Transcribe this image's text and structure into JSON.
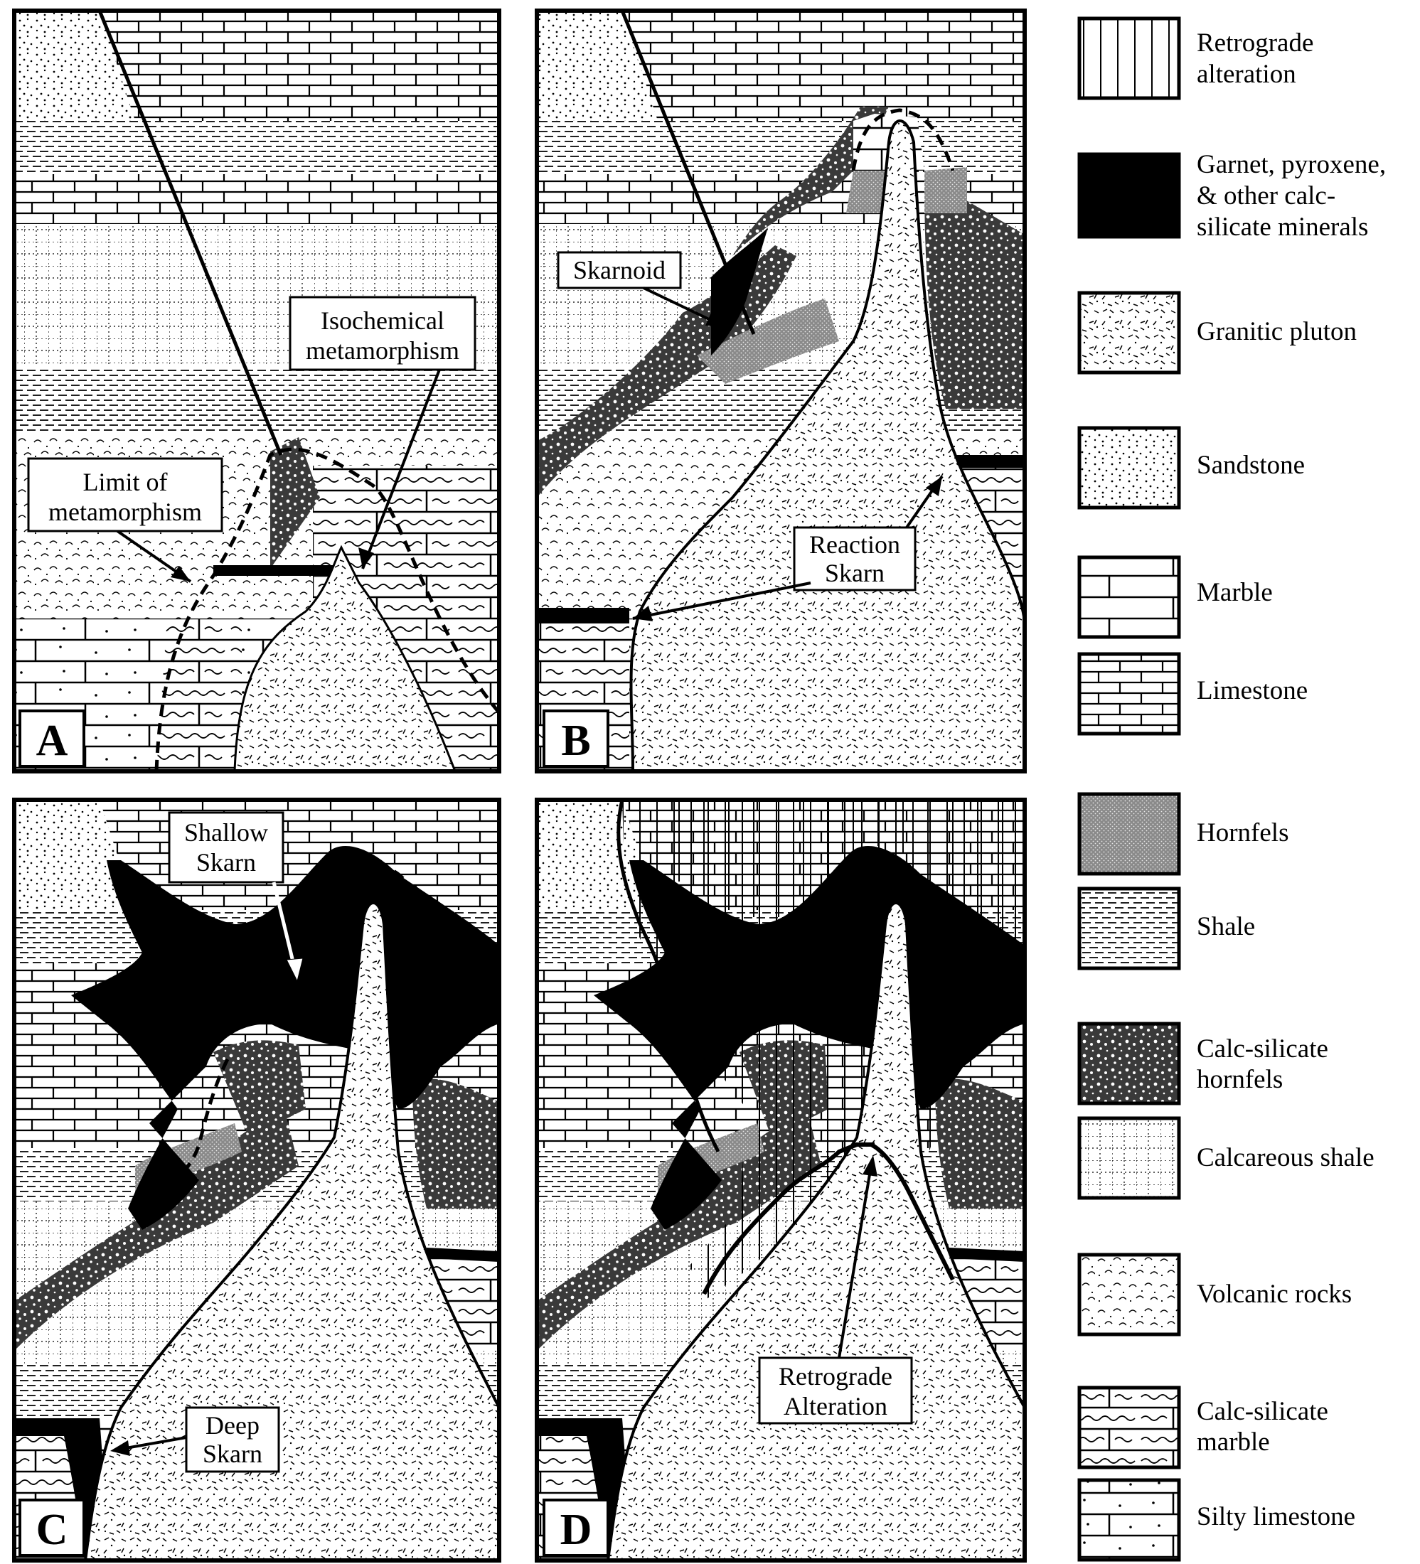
{
  "panels": {
    "a": {
      "letter": "A",
      "iso_line1": "Isochemical",
      "iso_line2": "metamorphism",
      "limit_line1": "Limit of",
      "limit_line2": "metamorphism"
    },
    "b": {
      "letter": "B",
      "skarnoid": "Skarnoid",
      "reaction_line1": "Reaction",
      "reaction_line2": "Skarn"
    },
    "c": {
      "letter": "C",
      "shallow_line1": "Shallow",
      "shallow_line2": "Skarn",
      "deep_line1": "Deep",
      "deep_line2": "Skarn"
    },
    "d": {
      "letter": "D",
      "retro_line1": "Retrograde",
      "retro_line2": "Alteration"
    }
  },
  "legend": [
    {
      "id": "retrograde",
      "pattern": "vertical-lines",
      "lines": [
        "Retrograde",
        "alteration"
      ]
    },
    {
      "id": "garnet",
      "pattern": "solid-black",
      "lines": [
        "Garnet, pyroxene,",
        "& other calc-",
        "silicate minerals"
      ]
    },
    {
      "id": "granitic",
      "pattern": "dashes",
      "lines": [
        "Granitic pluton"
      ]
    },
    {
      "id": "sandstone",
      "pattern": "dots",
      "lines": [
        "Sandstone"
      ]
    },
    {
      "id": "marble",
      "pattern": "large-bricks",
      "lines": [
        "Marble"
      ]
    },
    {
      "id": "limestone",
      "pattern": "small-bricks",
      "lines": [
        "Limestone"
      ]
    },
    {
      "id": "hornfels",
      "pattern": "fine-grey-stipple",
      "lines": [
        "Hornfels"
      ]
    },
    {
      "id": "shale",
      "pattern": "dashed-lines",
      "lines": [
        "Shale"
      ]
    },
    {
      "id": "calc_hornfels",
      "pattern": "dark-dotted",
      "lines": [
        "Calc-silicate",
        "hornfels"
      ]
    },
    {
      "id": "calc_shale",
      "pattern": "dotted-grid",
      "lines": [
        "Calcareous shale"
      ]
    },
    {
      "id": "volcanic",
      "pattern": "arcs",
      "lines": [
        "Volcanic rocks"
      ]
    },
    {
      "id": "calc_marble",
      "pattern": "wavy-bricks",
      "lines": [
        "Calc-silicate",
        "marble"
      ]
    },
    {
      "id": "silty_limestone",
      "pattern": "dotted-bricks",
      "lines": [
        "Silty limestone"
      ]
    }
  ],
  "colors": {
    "ink": "#000000",
    "paper": "#ffffff",
    "hornfels_grey": "#8a8a8a",
    "calc_hornfels_dark": "#3a3a3a"
  }
}
